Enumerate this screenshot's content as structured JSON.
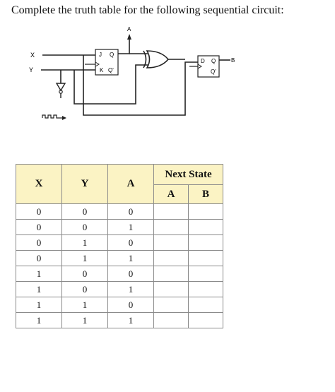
{
  "question": "Complete the truth table for the following sequential circuit:",
  "circuit": {
    "input_x": "X",
    "input_y": "Y",
    "output_a": "A",
    "output_b": "B",
    "jk_j": "J",
    "jk_q": "Q",
    "jk_k": "K",
    "jk_qbar": "Q'",
    "d_d": "D",
    "d_q": "Q",
    "d_qbar": "Q'"
  },
  "table": {
    "next_state": "Next State",
    "headers": [
      "X",
      "Y",
      "A",
      "A",
      "B"
    ],
    "rows": [
      [
        "0",
        "0",
        "0",
        "",
        ""
      ],
      [
        "0",
        "0",
        "1",
        "",
        ""
      ],
      [
        "0",
        "1",
        "0",
        "",
        ""
      ],
      [
        "0",
        "1",
        "1",
        "",
        ""
      ],
      [
        "1",
        "0",
        "0",
        "",
        ""
      ],
      [
        "1",
        "0",
        "1",
        "",
        ""
      ],
      [
        "1",
        "1",
        "0",
        "",
        ""
      ],
      [
        "1",
        "1",
        "1",
        "",
        ""
      ]
    ]
  }
}
